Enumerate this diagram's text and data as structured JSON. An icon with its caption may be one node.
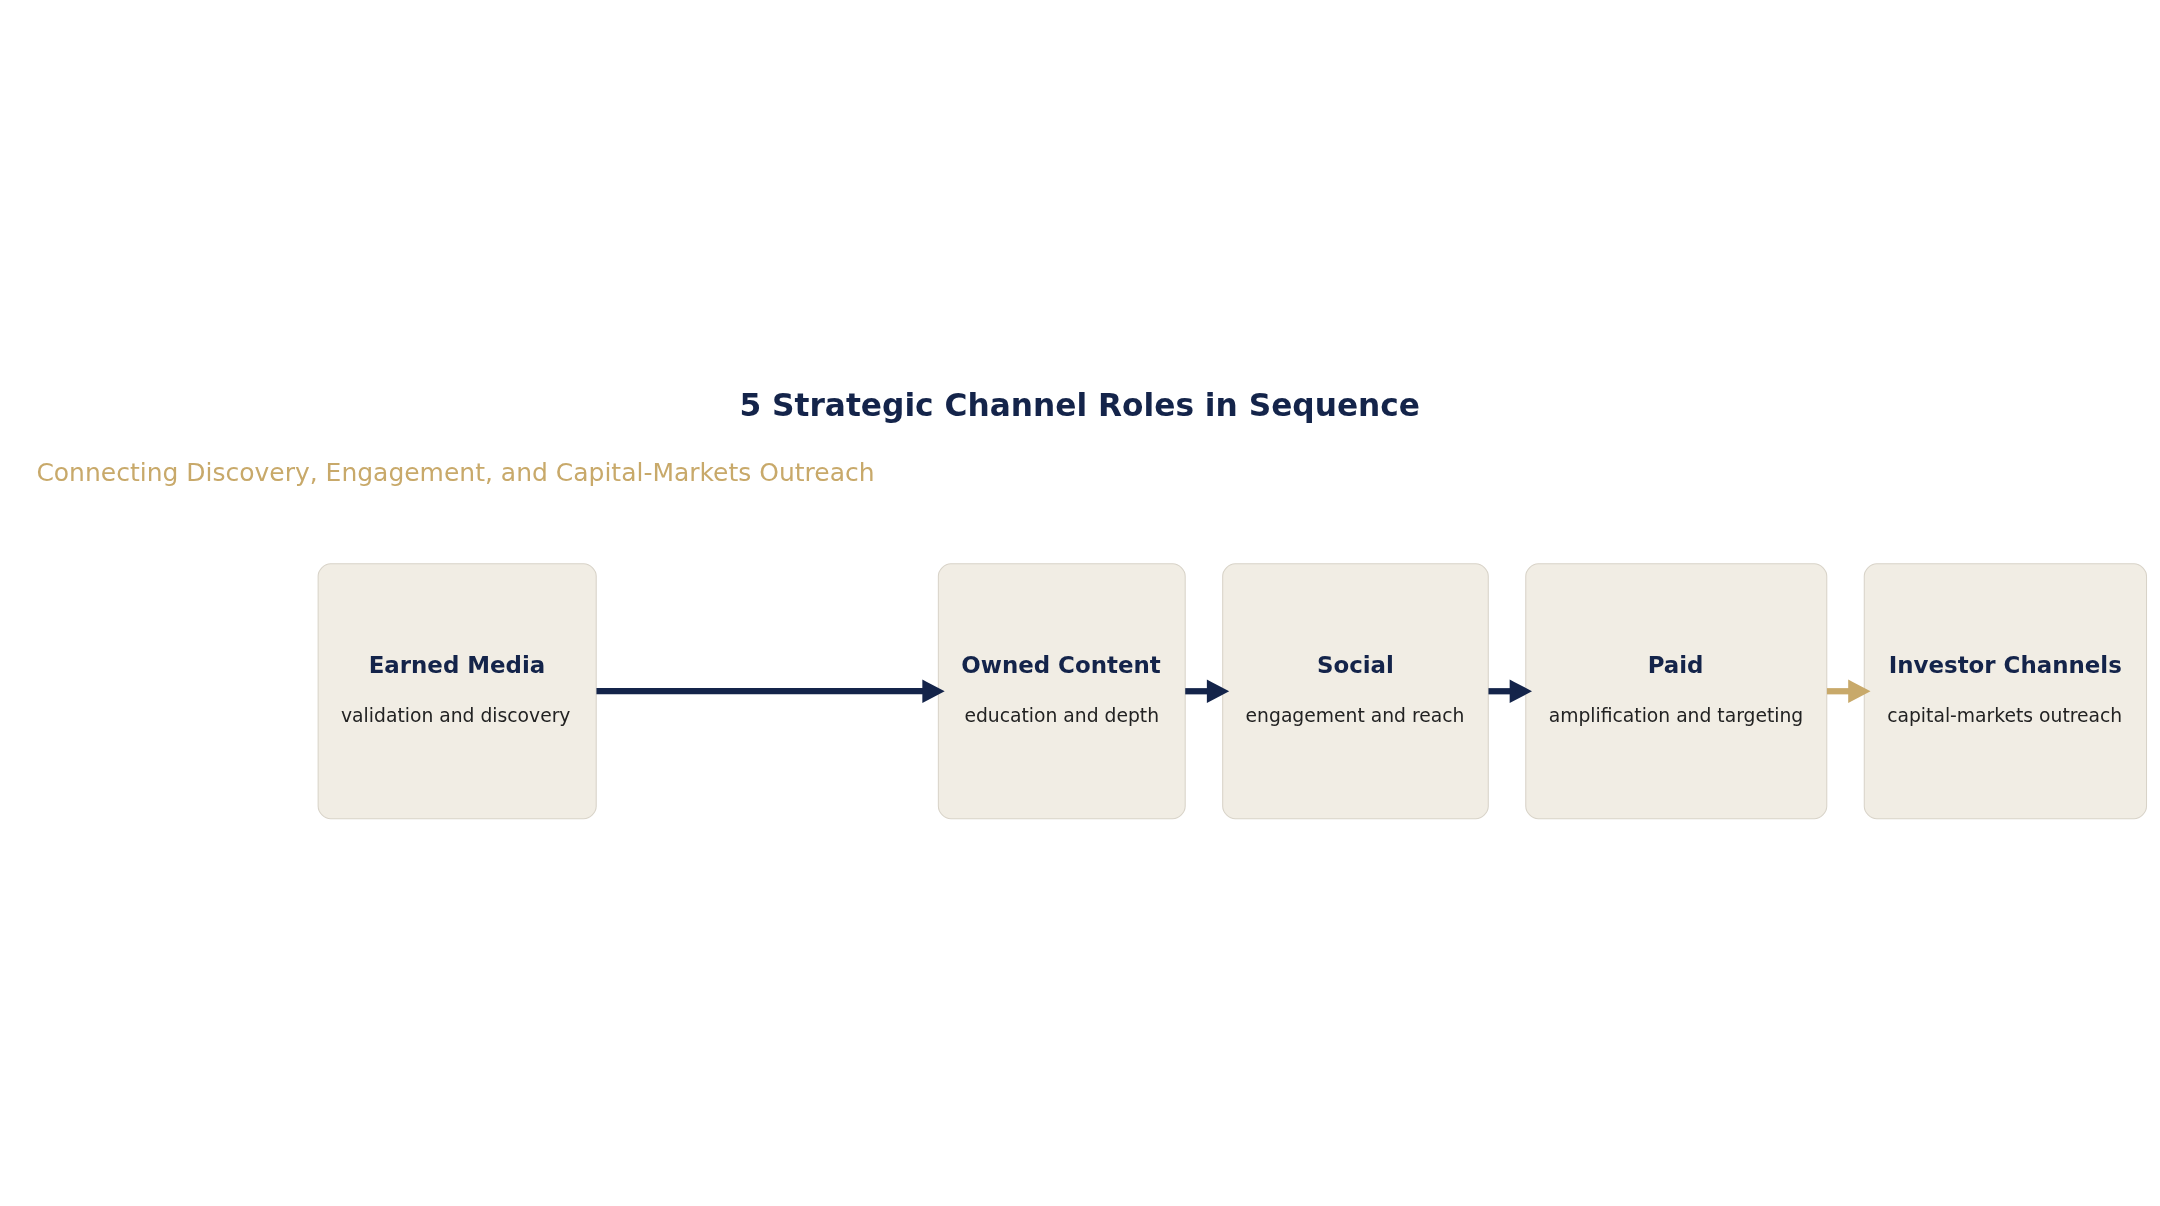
{
  "diagram": {
    "title": "5 Strategic Channel Roles in Sequence",
    "nodes": [
      {
        "text": [
          "Earned Media",
          "validation and discovery"
        ]
      },
      {
        "text": [
          "Owned Content",
          "education and depth"
        ]
      },
      {
        "text": [
          "Social",
          "engagement and reach"
        ]
      },
      {
        "text": [
          "Paid",
          "amplification and targeting"
        ]
      },
      {
        "text": [
          "Investor Channels",
          "capital-markets outreach"
        ]
      }
    ],
    "edges": [
      {
        "from": 0,
        "to": 1,
        "arrow": "to"
      },
      {
        "from": 1,
        "to": 2,
        "arrow": "to"
      },
      {
        "from": 2,
        "to": 3,
        "arrow": "to"
      },
      {
        "from": 3,
        "to": 4,
        "arrow": "to",
        "color": "#c8a96a"
      }
    ],
    "labels": [
      "Connecting Discovery, Engagement, and Capital-Markets Outreach"
    ]
  }
}
